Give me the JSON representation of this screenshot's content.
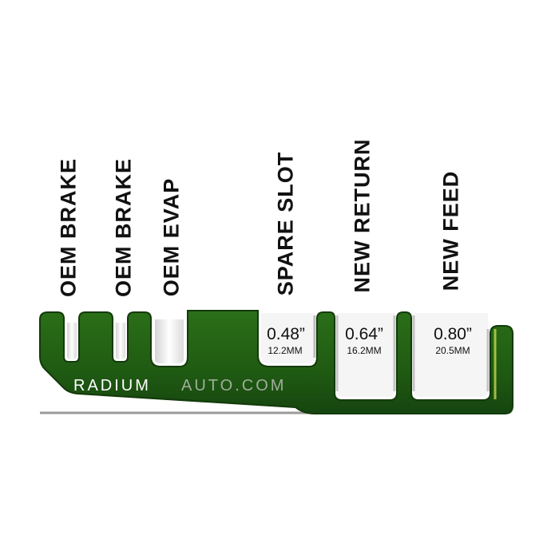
{
  "labels": {
    "oem_brake_1": "OEM BRAKE",
    "oem_brake_2": "OEM BRAKE",
    "oem_evap": "OEM EVAP",
    "spare_slot": "SPARE SLOT",
    "new_return": "NEW RETURN",
    "new_feed": "NEW FEED"
  },
  "sizes": {
    "spare_slot": {
      "inches": "0.48”",
      "mm": "12.2MM"
    },
    "new_return": {
      "inches": "0.64”",
      "mm": "16.2MM"
    },
    "new_feed": {
      "inches": "0.80”",
      "mm": "20.5MM"
    }
  },
  "logo": {
    "brand_primary": "RADIUM",
    "brand_secondary": "AUTO.COM"
  },
  "colors": {
    "bracket_green": "#1f5a12",
    "bracket_edge": "#133a0a",
    "slot_interior": "#f2f2f2",
    "logo_primary": "#ffffff",
    "logo_secondary": "#9fae9a",
    "text": "#111111"
  }
}
